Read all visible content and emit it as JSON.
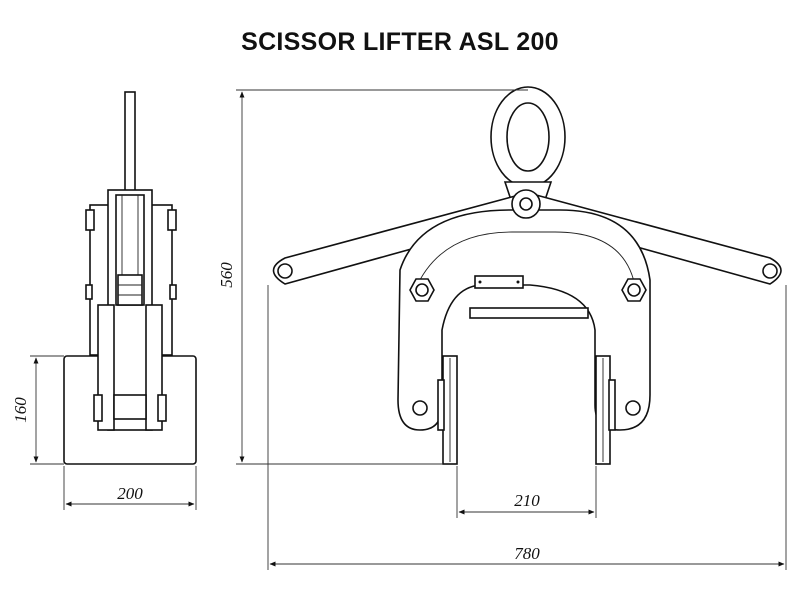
{
  "title": "SCISSOR LIFTER ASL 200",
  "dimensions": {
    "height_side": "160",
    "width_side": "200",
    "height_total": "560",
    "jaw_opening": "210",
    "width_total": "780"
  },
  "colors": {
    "line": "#111111",
    "background": "#ffffff"
  }
}
